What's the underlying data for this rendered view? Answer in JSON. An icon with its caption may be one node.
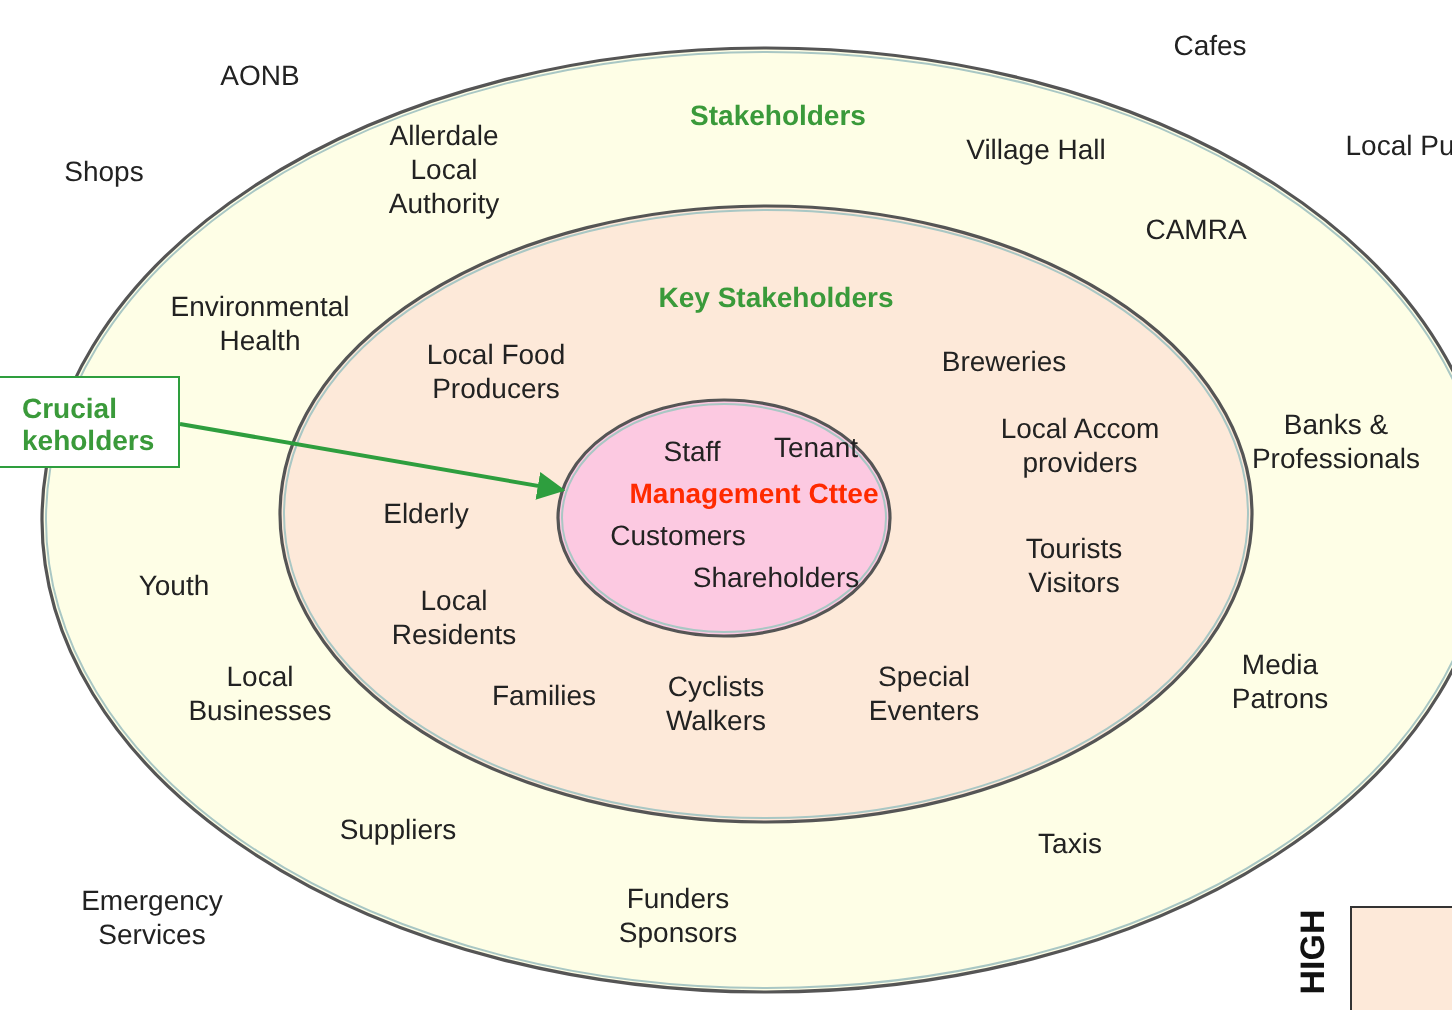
{
  "diagram": {
    "nodes": [
      {
        "text": [
          "Stakeholders"
        ]
      },
      {
        "text": [
          "Key Stakeholders"
        ],
        "in": 0
      },
      {
        "text": [
          "Staff",
          "Tenant",
          "Management Cttee",
          "Customers",
          "Shareholders"
        ],
        "in": 1
      },
      {
        "text": [
          "Crucial keholders"
        ]
      }
    ],
    "edges": [
      {
        "from": 3,
        "to": 2,
        "arrow": "to",
        "color": "#2e9e3e"
      }
    ],
    "labels": [
      "Cafes",
      "AONB",
      "Local Pu",
      "Allerdale Local Authority",
      "Village Hall",
      "Shops",
      "CAMRA",
      "Environmental Health",
      "Local Food Producers",
      "Breweries",
      "Local Accom providers",
      "Banks & Professionals",
      "Elderly",
      "Tourists Visitors",
      "Youth",
      "Local Residents",
      "Local Businesses",
      "Families",
      "Cyclists Walkers",
      "Special Eventers",
      "Media Patrons",
      "Suppliers",
      "Taxis",
      "Emergency Services",
      "Funders Sponsors"
    ],
    "legend": [
      {
        "text": "HIGH",
        "color": "#fde9d9"
      }
    ]
  }
}
